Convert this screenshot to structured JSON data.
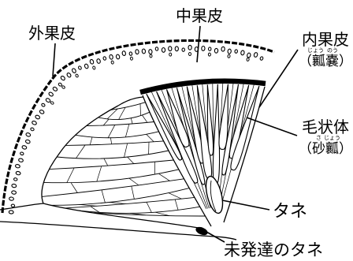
{
  "labels": {
    "exocarp": "外果皮",
    "mesocarp": "中果皮",
    "endocarp": "内果皮",
    "endocarp_alias": "（瓤嚢）",
    "endocarp_alias_ruby": [
      "じょう",
      "のう"
    ],
    "juice_vesicles": "毛状体",
    "juice_vesicles_alias": "（砂瓤）",
    "juice_vesicles_alias_ruby": [
      "さ",
      "じょう"
    ],
    "seed": "タネ",
    "undeveloped_seed": "未発達のタネ"
  },
  "colors": {
    "ink": "#000000",
    "background": "#ffffff"
  }
}
